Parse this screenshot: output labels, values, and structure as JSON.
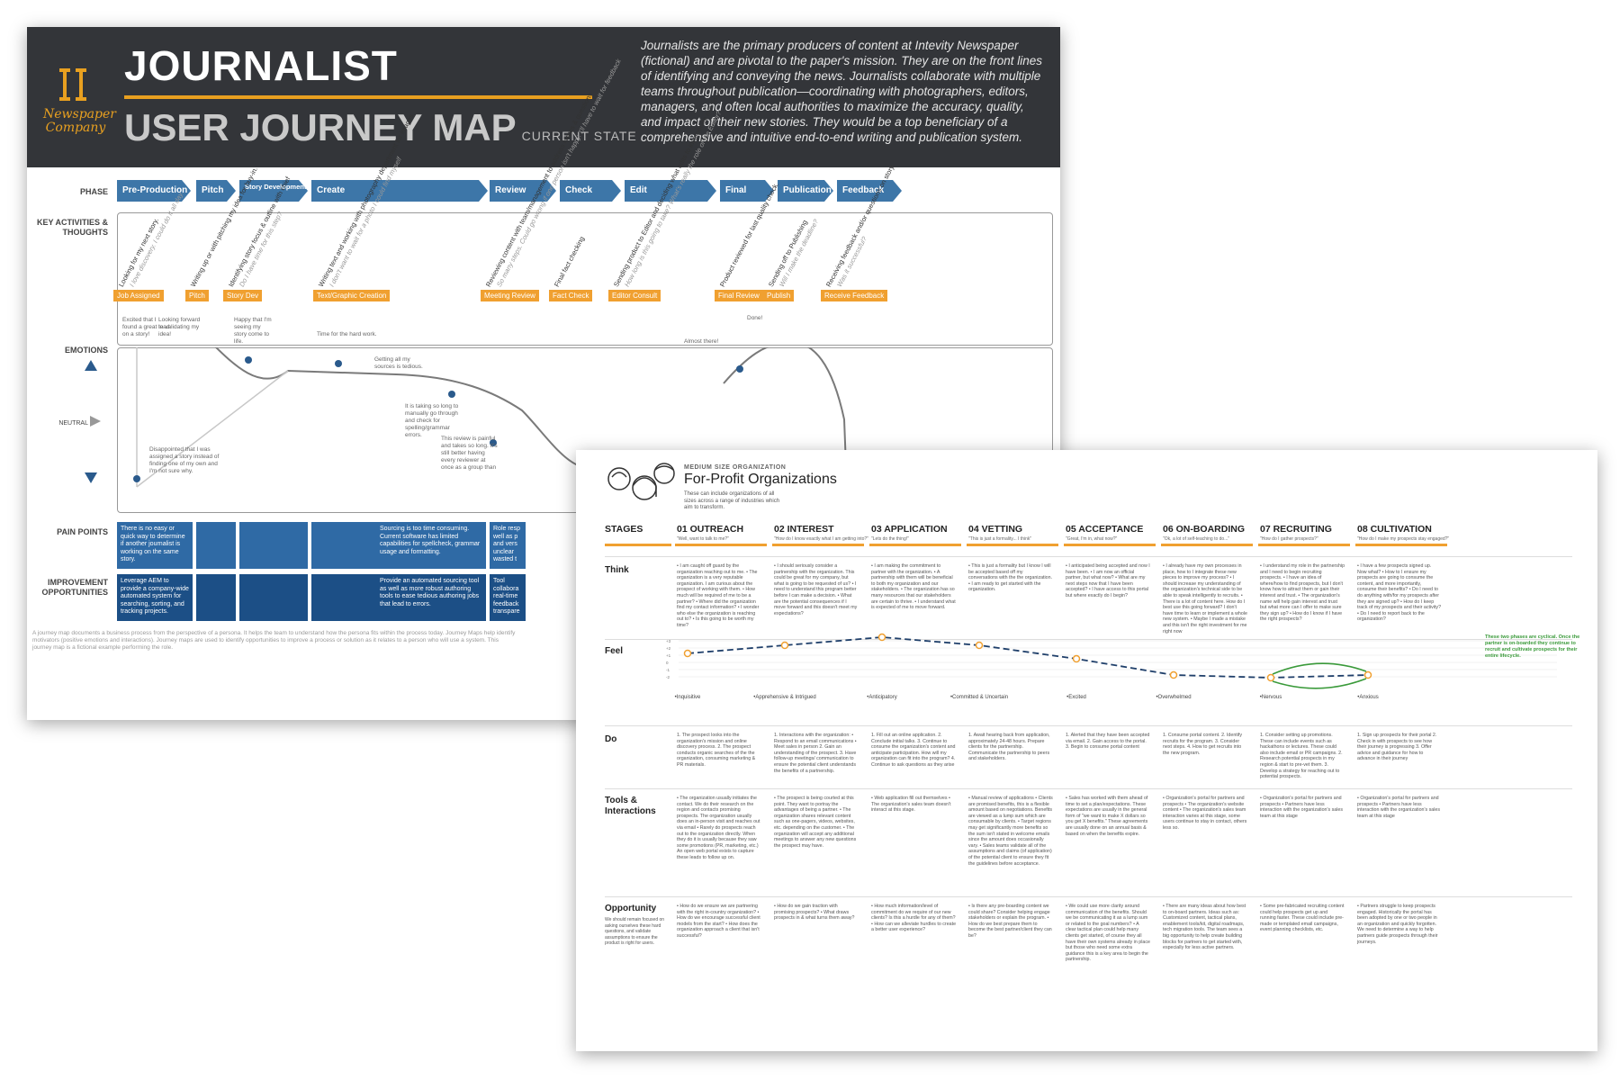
{
  "sheet_a": {
    "logo": {
      "text": "Newspaper Company",
      "color": "#e8a020"
    },
    "title_line1": "JOURNALIST",
    "title_line2": "USER JOURNEY MAP",
    "title_suffix": "CURRENT STATE",
    "intro": "Journalists are the primary producers of content at Intevity Newspaper (fictional) and are pivotal to the paper's mission. They are on the front lines of identifying and conveying the news. Journalists collaborate with multiple teams throughout publication—coordinating with photographers, editors, managers, and often local authorities to maximize the accuracy, quality, and impact of their new stories. They would be a top beneficiary of a comprehensive and intuitive end-to-end writing and publication system.",
    "labels": {
      "phase": "PHASE",
      "activities": "KEY ACTIVITIES & THOUGHTS",
      "emotions": "EMOTIONS",
      "neutral": "NEUTRAL",
      "pain": "PAIN POINTS",
      "improvement": "IMPROVEMENT OPPORTUNITIES"
    },
    "phases": [
      "Pre-Production",
      "Pitch",
      "Story Development",
      "Create",
      "Review",
      "Check",
      "Edit",
      "Final Review",
      "Publication",
      "Feedback"
    ],
    "activities": [
      {
        "tag": "Job Assigned",
        "text": "Looking for my next story.",
        "thought": "I love discovery. I could do it all day."
      },
      {
        "tag": "Pitch",
        "text": "Writing up or with pitching my idea for buy-in.",
        "thought": ""
      },
      {
        "tag": "Story Dev",
        "text": "Identifying story focus & outline with chief",
        "thought": "Do I have time for this step?"
      },
      {
        "tag": "Text/Graphic Creation",
        "text": "Writing text and working with photography department for images",
        "thought": "I don't want to wait for a photo I could find myself"
      },
      {
        "tag": "Meeting Review",
        "text": "Reviewing content with team/management to address issues & questions",
        "thought": "So many steps. Could go wrong if one person isn't happy. I'll have to wait for feedback"
      },
      {
        "tag": "Fact Check",
        "text": "Final fact checking",
        "thought": ""
      },
      {
        "tag": "Editor Consult",
        "text": "Sending product to Editor and deciding what edits to incorporate into final version.",
        "thought": "How long is this going to take? What's really the role of the Editor?"
      },
      {
        "tag": "Final Review",
        "text": "Product reviewed for last quality check.",
        "thought": ""
      },
      {
        "tag": "Publish",
        "text": "Sending off to Publishing",
        "thought": "Will I make the deadline?"
      },
      {
        "tag": "Receive Feedback",
        "text": "Receiving feedback and/or questions on story.",
        "thought": "Was it successful?"
      }
    ],
    "emotion_notes": [
      "Excited that I found a great lead on a story!",
      "Looking forward to validating my idea!",
      "Happy that I'm seeing my story come to life.",
      "Time for the hard work.",
      "Getting all my sources is tedious.",
      "It is taking so long to manually go through and check for spelling/grammar errors.",
      "This review is painful and takes so long. It's still better having every reviewer at once as a group than",
      "Almost there!",
      "Done!",
      "Disappointed that I was assigned a story instead of finding one of my own and I'm not sure why."
    ],
    "pain_points": [
      "There is no easy or quick way to determine if another journalist is working on the same story.",
      "",
      "",
      "Sourcing is too time consuming. Current software has limited capabilities for spellcheck, grammar usage and formatting.",
      "Role resp well as p and vers unclear wasted t"
    ],
    "improvements": [
      "Leverage AEM to provide a company-wide automated system for searching, sorting, and tracking projects.",
      "",
      "",
      "Provide an automated sourcing tool as well as more robust authoring tools to ease tedious authoring jobs that lead to errors.",
      "Tool collabora real-time feedback transpare"
    ],
    "footnote": "A journey map documents a business process from the perspective of a persona. It helps the team to understand how the persona fits within the process today. Journey Maps help identify motivators (positive emotions and interactions). Journey maps are used to identify opportunities to improve a process or solution as it relates to a person who will use a system. This journey map is a fictional example performing the role."
  },
  "sheet_b": {
    "kicker": "MEDIUM SIZE ORGANIZATION",
    "title": "For-Profit Organizations",
    "subtitle": "These can include organizations of all sizes across a range of industries which aim to transform.",
    "stages_label": "STAGES",
    "stages": [
      {
        "name": "01 OUTREACH",
        "q": "\"Well, want to talk to me?\""
      },
      {
        "name": "02 INTEREST",
        "q": "\"How do I know exactly what I am getting into?\""
      },
      {
        "name": "03 APPLICATION",
        "q": "\"Lets do the thing!\""
      },
      {
        "name": "04 VETTING",
        "q": "\"This is just a formality... I think\""
      },
      {
        "name": "05 ACCEPTANCE",
        "q": "\"Great, I'm in, what now?\""
      },
      {
        "name": "06 ON-BOARDING",
        "q": "\"Ok, a lot of self-teaching to do...\""
      },
      {
        "name": "07 RECRUITING",
        "q": "\"How do I gather prospects?\""
      },
      {
        "name": "08 CULTIVATION",
        "q": "\"How do I make my prospects stay engaged?\""
      }
    ],
    "rows": {
      "think": "Think",
      "feel": "Feel",
      "do": "Do",
      "tools": "Tools & Interactions",
      "opportunity": "Opportunity",
      "opportunity_note": "We should remain focused on asking ourselves these hard questions, and validate assumptions to ensure the product is right for users."
    },
    "think": [
      "• I am caught off guard by the organization reaching out to me. • The organization is a very reputable organization. I am curious about the prospect of working with them. • How much will be required of me to be a partner? • Where did the organization find my contact information? • I wonder who else the organization is reaching out to? • Is this going to be worth my time?",
      "• I should seriously consider a partnership with the organization. This could be great for my company, but what is going to be requested of us? • I need to understand this program better before I can make a decision. • What are the potential consequences if I move forward and this doesn't meet my expectations?",
      "• I am making the commitment to partner with the organization. • A partnership with them will be beneficial to both my organization and our stakeholders. • The organization has so many resources that our stakeholders are certain to thrive. • I understand what is expected of me to move forward.",
      "• This is just a formality but I know I will be accepted based off my conversations with the the organization. • I am ready to get started with the organization.",
      "• I anticipated being accepted and now I have been. • I am now an official partner, but what now? • What are my next steps now that I have been accepted? • I have access to this portal but where exactly do I begin?",
      "• I already have my own processes in place, how to I integrate these new pieces to improve my process? • I should increase my understanding of the organization's technical side to be able to speak intelligently to recruits. • There is a lot of content here. How do I best use this going forward? I don't have time to learn or implement a whole new system. • Maybe I made a mistake and this isn't the right investment for me right now",
      "• I understand my role in the partnership and I need to begin recruiting prospects. • I have an idea of where/how to find prospects, but I don't know how to attract them or gain their interest and trust. • The organization's name will help gain interest and trust but what more can I offer to make sure they sign up? • How do I know if I have the right prospects?",
      "• I have a few prospects signed up. Now what? • How to I ensure my prospects are going to consume the content, and more importantly, consume their benefits? • Do I need to do anything with/for my prospects after they are signed up? • How do I keep track of my prospects and their activity? • Do I need to report back to the organization?"
    ],
    "feel_labels": [
      "Inquisitive",
      "Apprehensive & Intrigued",
      "Anticipatory",
      "Committed & Uncertain",
      "Excited",
      "Overwhelmed",
      "Nervous",
      "Anxious"
    ],
    "feel_values": [
      1.5,
      3,
      4.5,
      3,
      0.5,
      -2.5,
      -3,
      -2.5
    ],
    "feel_note": "These two phases are cyclical. Once the partner is on-boarded they continue to recruit and cultivate prospects for their entire lifecycle.",
    "feel_axis": [
      "+3",
      "+2",
      "+1",
      "0",
      "-1",
      "-2"
    ],
    "do": [
      "1. The prospect looks into the organization's mission and online discovery process. 2. The prospect conducts organic searches of the the organization, consuming marketing & PR materials.",
      "1. Interactions with the organization: • Respond to an email communications • Meet sales in person 2. Gain an understanding of the prospect. 3. Have follow-up meetings/ communication to ensure the potential client understands the benefits of a partnership.",
      "1. Fill out an online application. 2. Conclude initial talks. 3. Continue to consume the organization's content and anticipate participation. How will my organization can fit into the program? 4. Continue to ask questions as they arise",
      "1. Await hearing back from application, approximately 24-48 hours. Prepare clients for the partnership. Communicate the partnership to peers and stakeholders.",
      "1. Alerted that they have been accepted via email. 2. Gain access to the portal. 3. Begin to consume portal content",
      "1. Consume portal content. 2. Identify recruits for the program. 3. Consider next steps. 4. How to get recruits into the new program.",
      "1. Consider setting up promotions. These can include events such as hackathons or lectures. These could also include email or PR campaigns. 2. Research potential prospects in my region & start to pre-vet them. 3. Develop a strategy for reaching out to potential prospects.",
      "1. Sign up prospects for their portal 2. Check in with prospects to see how their journey is progressing 3. Offer advice and guidance for how to advance in their journey"
    ],
    "tools": [
      "• The organization usually initiates the contact. We do their research on the region and contacts promising prospects. The organization usually does an in-person visit and reaches out via email • Rarely do prospects reach out to the organization directly. When they do it is usually because they saw some promotions (PR, marketing, etc.) An open web portal exists to capture these leads to follow up on.",
      "• The prospect is being courted at this point. They want to portray the advantages of being a partner. • The organization shares relevant content such as one-pagers, videos, websites, etc. depending on the customer. • The organization will accept any additional meetings to answer any new questions the prospect may have.",
      "• Web application fill out themselves • The organization's sales team doesn't interact at this stage.",
      "• Manual review of applications • Clients are promised benefits, this is a flexible amount based on negotiations. Benefits are viewed as a lump sum which are consumable by clients. • Target regions may get significantly more benefits so the sum isn't stated in welcome emails since the amount does occasionally vary. • Sales teams validate all of the assumptions and claims (of application) of the potential client to ensure they fit the guidelines before acceptance.",
      "• Sales has worked with them ahead of time to set a plan/expectations. These expectations are usually in the general form of \"we want to make X dollars so you get X benefits.\" These agreements are usually done on an annual basis & based on when the benefits expire.",
      "• Organization's portal for partners and prospects • The organization's website content • The organization's sales team interaction varies at this stage, some users continue to stay in contact, others less so.",
      "• Organization's portal for partners and prospects • Partners have less interaction with the organization's sales team at this stage",
      "• Organization's portal for partners and prospects • Partners have less interaction with the organization's sales team at this stage"
    ],
    "opportunity": [
      "• How do we ensure we are partnering with the right in-country organization? • How do we encourage successful client models from the start? • How does the organization approach a client that isn't successful?",
      "• How do we gain traction with promising prospects? • What draws prospects in & what turns them away?",
      "• How much information/level of commitment do we require of our new clients? Is this a hurdle for any of them? • How can we alleviate hurdles to create a better user experience?",
      "• Is there any pre-boarding content we could share? Consider helping engage stakeholders or explain the program. • How do we best prepare them to become the best partner/client they can be?",
      "• We could use more clarity around communication of the benefits. Should we be communicating it as a lump sum or related to the goal numbers? • A clear tactical plan could help many clients get started, of course they all have their own systems already in place but those who need some extra guidance this is a key area to begin the partnership.",
      "• There are many ideas about how best to on-board partners. Ideas such as: Customized content, tactical plans, enablement tools/kit, digital roadmaps, tech migration tools. The team sees a big opportunity to help create building blocks for partners to get started with, especially for less active partners.",
      "• Some pre-fabricated recruiting content could help prospects get up and running faster. These could include pre-made or templated email campaigns, event planning checklists, etc.",
      "• Partners struggle to keep prospects engaged. Historically the portal has been adopted by one or two people in an organization and quickly forgotten. We need to determine a way to help partners guide prospects through their journeys."
    ]
  },
  "colors": {
    "phase": "#3d76a8",
    "pain": "#2f6aa5",
    "improvement": "#1c4f86",
    "tag": "#f0a030",
    "header": "#333539"
  }
}
